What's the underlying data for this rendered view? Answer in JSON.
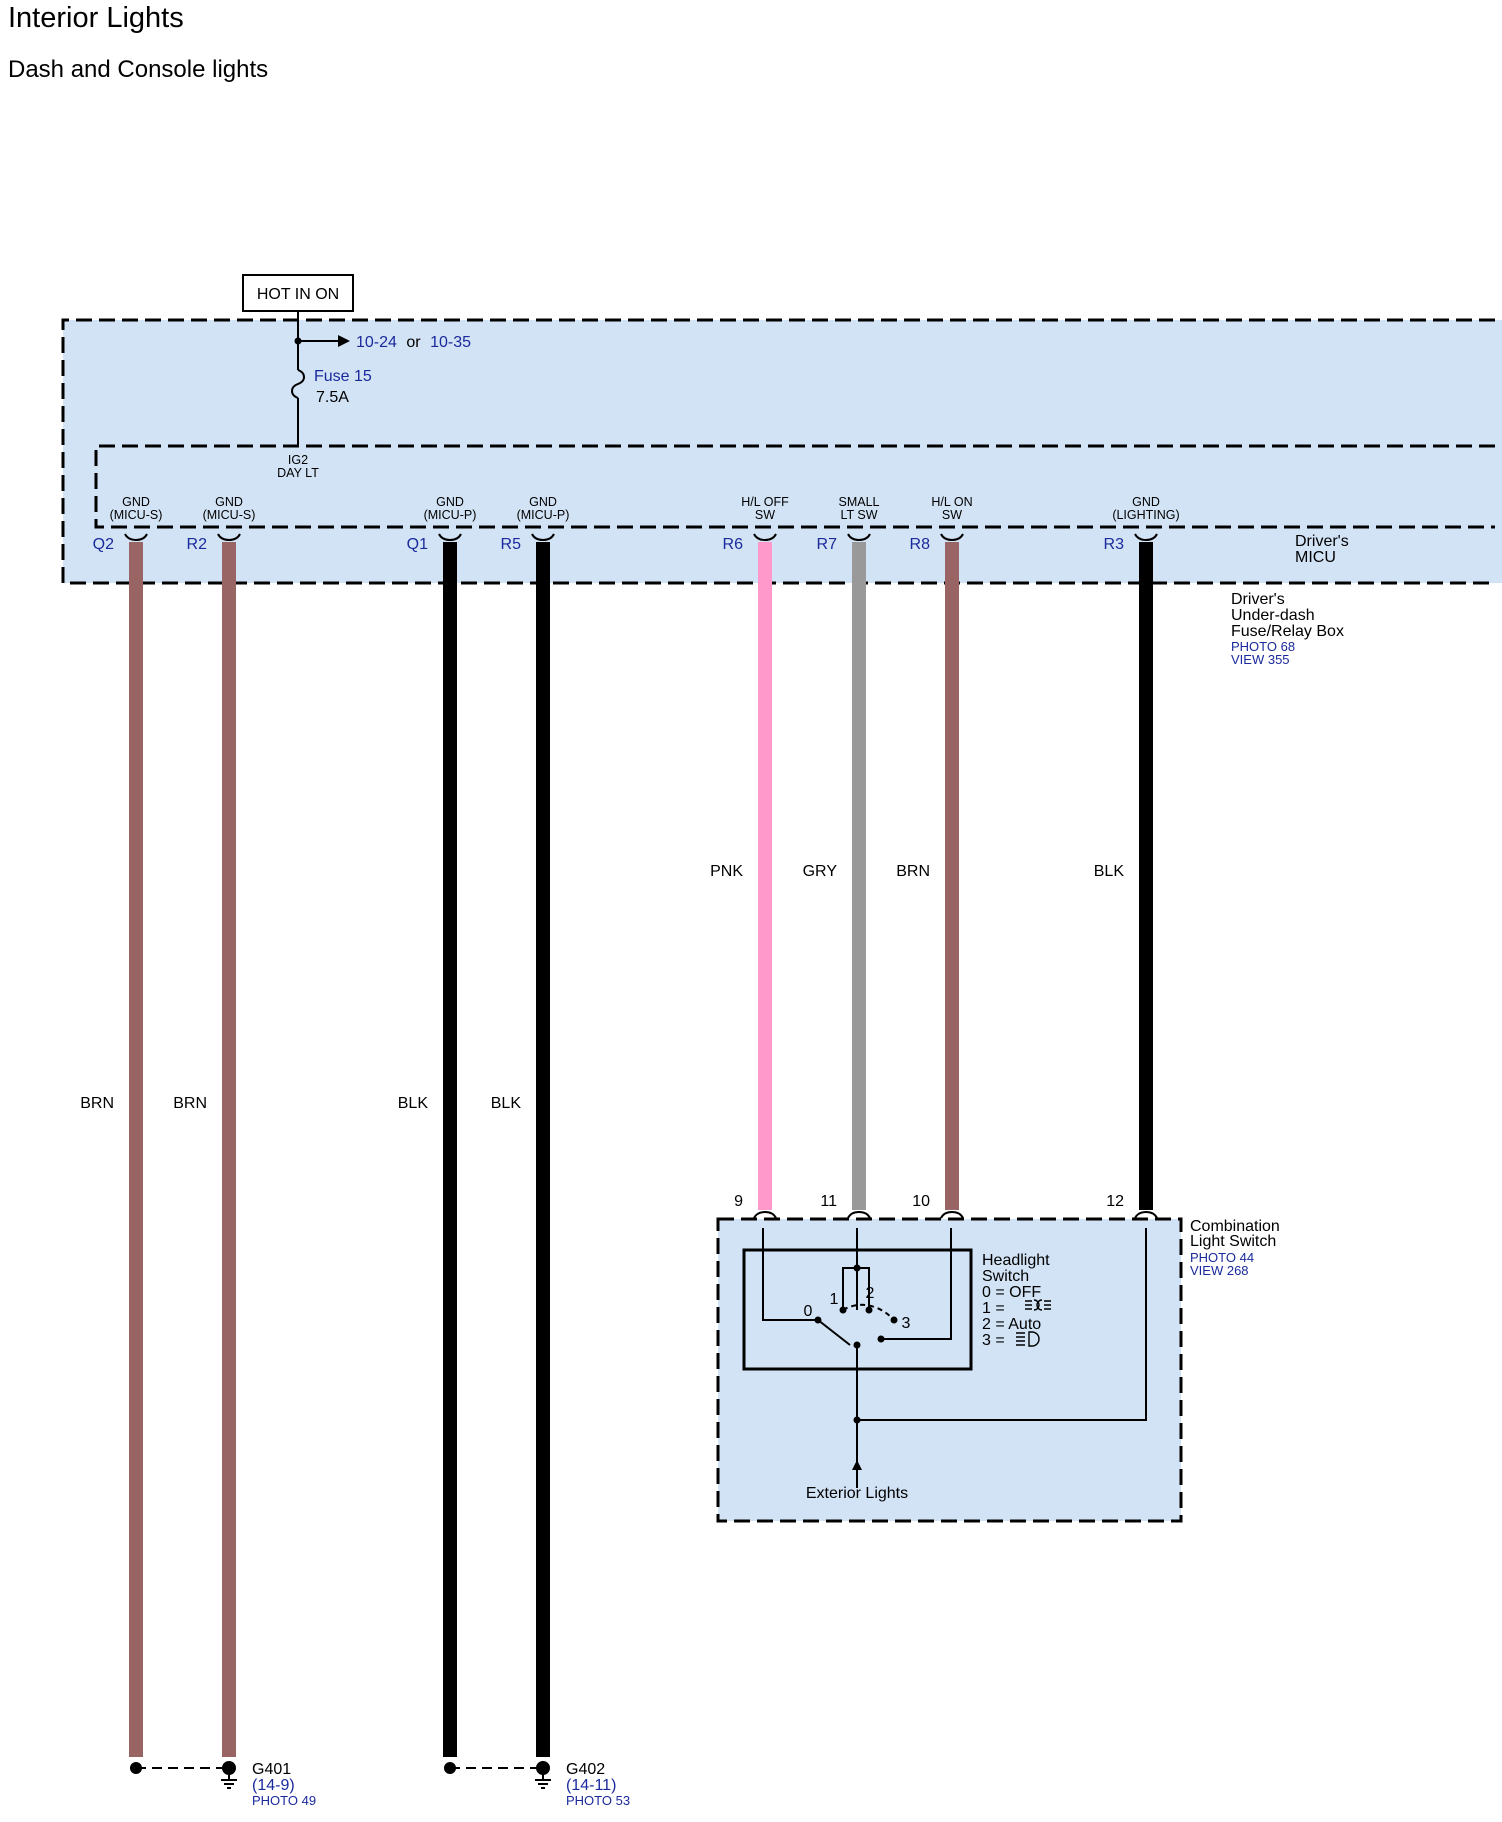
{
  "header": {
    "title": "Interior Lights",
    "subtitle": "Dash and Console lights"
  },
  "colors": {
    "box_fill": "#d2e3f5",
    "BRN": "#996464",
    "BLK": "#000000",
    "PNK": "#ff99cc",
    "GRY": "#999999",
    "ref_blue": "#1a2a9c"
  },
  "power": {
    "hot_label": "HOT IN ON",
    "ref_a": "10-24",
    "ref_or": "or",
    "ref_b": "10-35",
    "fuse_name": "Fuse 15",
    "fuse_rating": "7.5A",
    "ig2_line1": "IG2",
    "ig2_line2": "DAY LT"
  },
  "micu": {
    "name_line1": "Driver's",
    "name_line2": "MICU",
    "box_line1": "Driver's",
    "box_line2": "Under-dash",
    "box_line3": "Fuse/Relay Box",
    "photo": "PHOTO 68",
    "view": "VIEW 355"
  },
  "pins": [
    {
      "pin": "Q2",
      "func1": "GND",
      "func2": "(MICU-S)",
      "wire": "BRN"
    },
    {
      "pin": "R2",
      "func1": "GND",
      "func2": "(MICU-S)",
      "wire": "BRN"
    },
    {
      "pin": "Q1",
      "func1": "GND",
      "func2": "(MICU-P)",
      "wire": "BLK"
    },
    {
      "pin": "R5",
      "func1": "GND",
      "func2": "(MICU-P)",
      "wire": "BLK"
    },
    {
      "pin": "R6",
      "func1": "H/L OFF",
      "func2": "SW",
      "wire": "PNK",
      "switch_pin": "9"
    },
    {
      "pin": "R7",
      "func1": "SMALL",
      "func2": "LT SW",
      "wire": "GRY",
      "switch_pin": "11"
    },
    {
      "pin": "R8",
      "func1": "H/L ON",
      "func2": "SW",
      "wire": "BRN",
      "switch_pin": "10"
    },
    {
      "pin": "R3",
      "func1": "GND",
      "func2": "(LIGHTING)",
      "wire": "BLK",
      "switch_pin": "12"
    }
  ],
  "switch": {
    "name_line1": "Combination",
    "name_line2": "Light Switch",
    "photo": "PHOTO 44",
    "view": "VIEW 268",
    "hs_line1": "Headlight",
    "hs_line2": "Switch",
    "legend0": "0 = OFF",
    "legend1": "1 =",
    "legend2": "2 = Auto",
    "legend3": "3 =",
    "pos0": "0",
    "pos1": "1",
    "pos2": "2",
    "pos3": "3",
    "exterior": "Exterior Lights"
  },
  "grounds": [
    {
      "name": "G401",
      "ref": "(14-9)",
      "photo": "PHOTO 49"
    },
    {
      "name": "G402",
      "ref": "(14-11)",
      "photo": "PHOTO 53"
    }
  ]
}
